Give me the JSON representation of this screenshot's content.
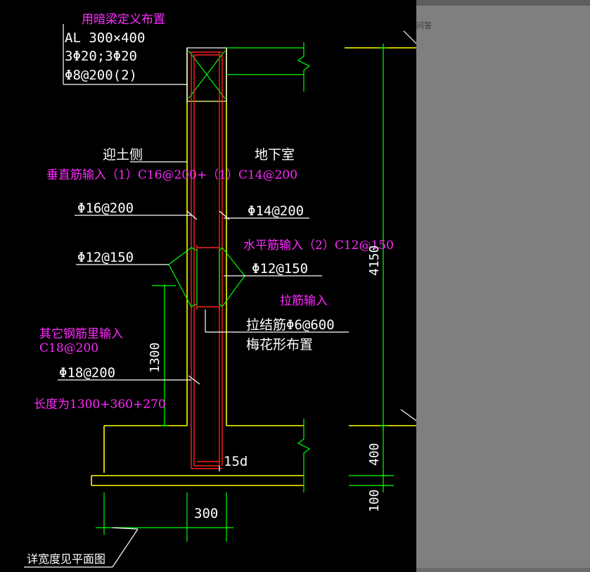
{
  "annotations": {
    "beam_def": "用暗梁定义布置",
    "vertical": "垂直筋输入（1）C16@200+（1）C14@200",
    "horizontal": "水平筋输入（2）C12@150",
    "tie": "拉筋输入",
    "other1": "其它钢筋里输入",
    "other2": "C18@200",
    "length": "长度为1300+360+270"
  },
  "drawing": {
    "beam_line1": "AL 300×400",
    "beam_line2": "3Φ20;3Φ20",
    "beam_line3": "Φ8@200(2)",
    "soil_side": "迎土侧",
    "basement": "地下室",
    "rebar_left_top": "Φ16@200",
    "rebar_right_top": "Φ14@200",
    "rebar_left_mid": "Φ12@150",
    "rebar_right_mid": "Φ12@150",
    "tie_rebar": "拉结筋Φ6@600",
    "tie_layout": "梅花形布置",
    "rebar_left_bot": "Φ18@200",
    "anchor": "15d",
    "dim_1300": "1300",
    "dim_4150": "4150",
    "dim_400": "400",
    "dim_100": "100",
    "dim_300": "300",
    "footing_note": "详宽度见平面图"
  },
  "side_panel": {
    "hint": "问答"
  },
  "colors": {
    "background": "#000000",
    "annotation": "#ff2bff",
    "concrete": "#ffff00",
    "dimension": "#00ff00",
    "rebar": "#ff2020",
    "text": "#ffffff"
  }
}
